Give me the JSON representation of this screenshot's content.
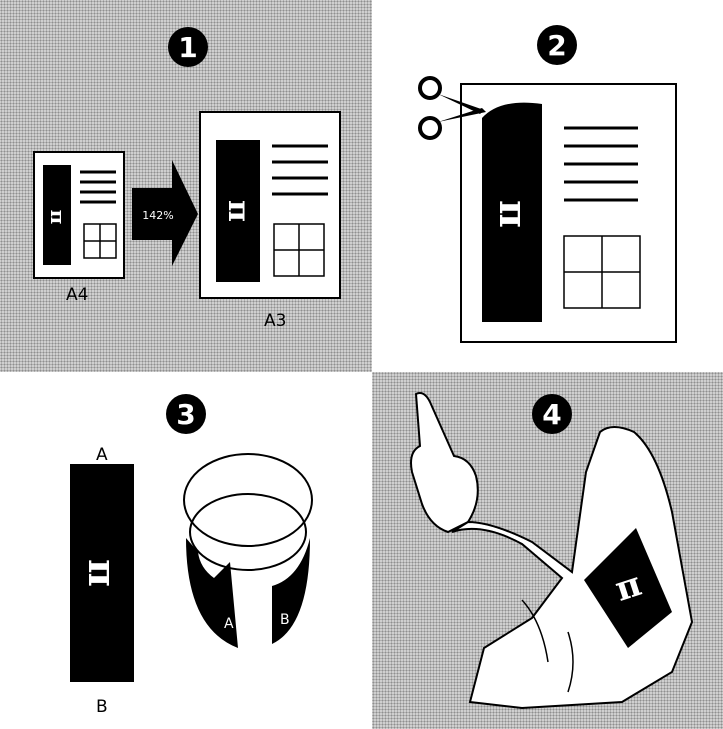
{
  "steps": {
    "one": {
      "number": "1",
      "source_label": "A4",
      "scale_label": "142%",
      "target_label": "A3",
      "symbol": "π"
    },
    "two": {
      "number": "2",
      "symbol": "π"
    },
    "three": {
      "number": "3",
      "top_label": "A",
      "bottom_label": "B",
      "loop_label_a": "A",
      "loop_label_b": "B",
      "symbol": "π"
    },
    "four": {
      "number": "4",
      "symbol": "π"
    }
  },
  "colors": {
    "ink": "#000000",
    "paper": "#ffffff",
    "halftone": "#cfcfcf"
  },
  "icons": [
    "scissors-icon",
    "arrow-icon",
    "pointing-hand-icon"
  ]
}
